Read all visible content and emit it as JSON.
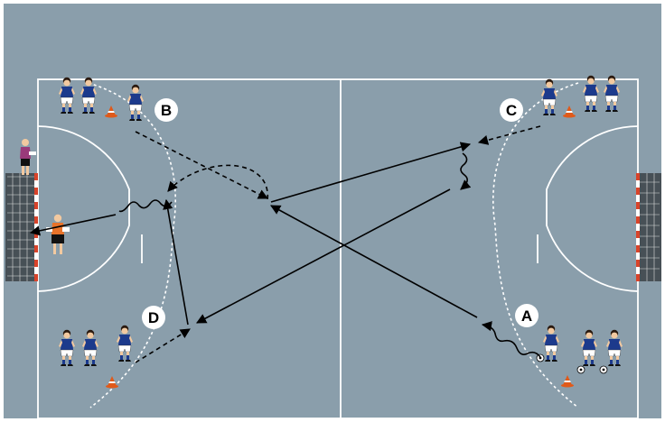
{
  "colors": {
    "court": "#8a9eab",
    "lines": "#ffffff",
    "dashed_arc": "#ffffff",
    "arrows": "#000000",
    "attacker_shirt": "#1c3a8c",
    "attacker_shorts": "#ffffff",
    "keeper_orange": "#e8732a",
    "keeper_purple": "#9a3a7a",
    "cone": "#e05a1a",
    "goal_post": "#d8432a",
    "label_circle": "#ffffff",
    "label_text": "#000000"
  },
  "stations": {
    "A": "A",
    "B": "B",
    "C": "C",
    "D": "D"
  },
  "icons": {
    "player": "player-icon",
    "goalkeeper": "goalkeeper-icon",
    "cone": "cone-icon",
    "ball": "ball-icon",
    "goal": "goal-icon"
  }
}
